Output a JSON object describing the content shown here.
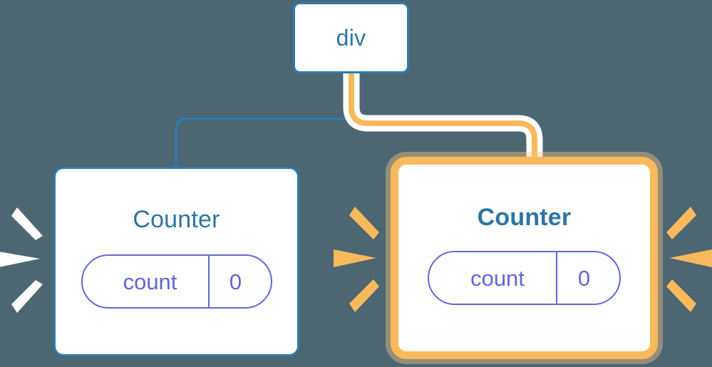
{
  "diagram": {
    "title": "React component tree re-render highlight",
    "background_color": "#4c6672",
    "colors": {
      "blue": "#2e7cae",
      "blue_text": "#2d75a3",
      "orange": "#f8b95c",
      "orange_glow": "#fbd9a5",
      "purple": "#6067d8",
      "white": "#ffffff"
    }
  },
  "nodes": {
    "root": {
      "label": "div",
      "border_color": "#2e7cae"
    },
    "counter_left": {
      "label": "Counter",
      "border_color": "#2e7cae",
      "highlighted": false,
      "state": {
        "key": "count",
        "value": "0"
      }
    },
    "counter_right": {
      "label": "Counter",
      "border_color": "#f8b95c",
      "highlighted": true,
      "state": {
        "key": "count",
        "value": "0"
      }
    }
  },
  "edges": [
    {
      "name": "div-to-counter-left",
      "color": "#2e7cae",
      "style": "thin"
    },
    {
      "name": "div-to-counter-right",
      "color": "#f8b95c",
      "style": "thick-with-white-halo"
    }
  ],
  "bursts": [
    {
      "name": "burst-left-of-left-card",
      "color": "#ffffff",
      "rays": 3
    },
    {
      "name": "burst-right-of-left-card",
      "color": "#f8b95c",
      "rays": 3
    },
    {
      "name": "burst-right-of-right-card",
      "color": "#f8b95c",
      "rays": 3
    }
  ]
}
